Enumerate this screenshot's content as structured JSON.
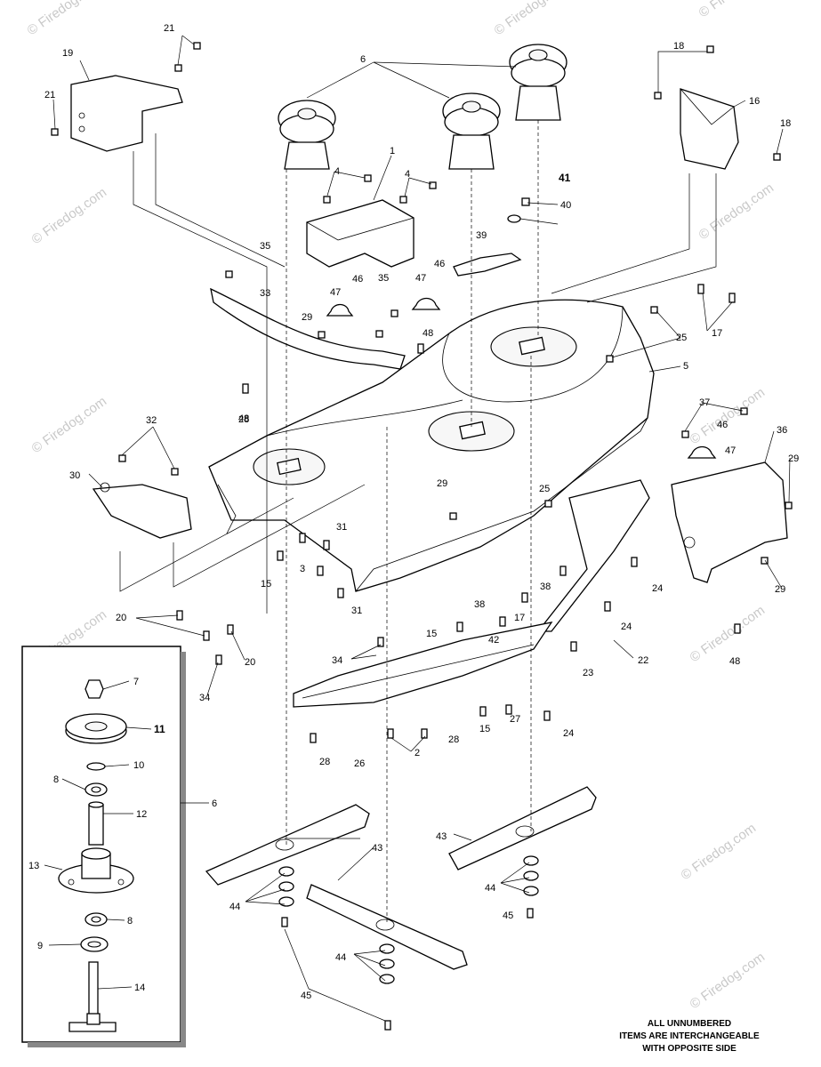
{
  "watermark": "© Firedog.com",
  "callouts": [
    "1",
    "2",
    "3",
    "4",
    "5",
    "6",
    "7",
    "8",
    "9",
    "10",
    "11",
    "12",
    "13",
    "14",
    "15",
    "16",
    "17",
    "18",
    "19",
    "20",
    "21",
    "22",
    "23",
    "24",
    "25",
    "26",
    "27",
    "28",
    "29",
    "30",
    "31",
    "32",
    "33",
    "34",
    "35",
    "36",
    "37",
    "38",
    "39",
    "40",
    "41",
    "42",
    "43",
    "44",
    "45",
    "46",
    "47",
    "48"
  ],
  "note": {
    "line1": "ALL UNNUMBERED",
    "line2": "ITEMS ARE INTERCHANGEABLE",
    "line3": "WITH OPPOSITE SIDE"
  }
}
